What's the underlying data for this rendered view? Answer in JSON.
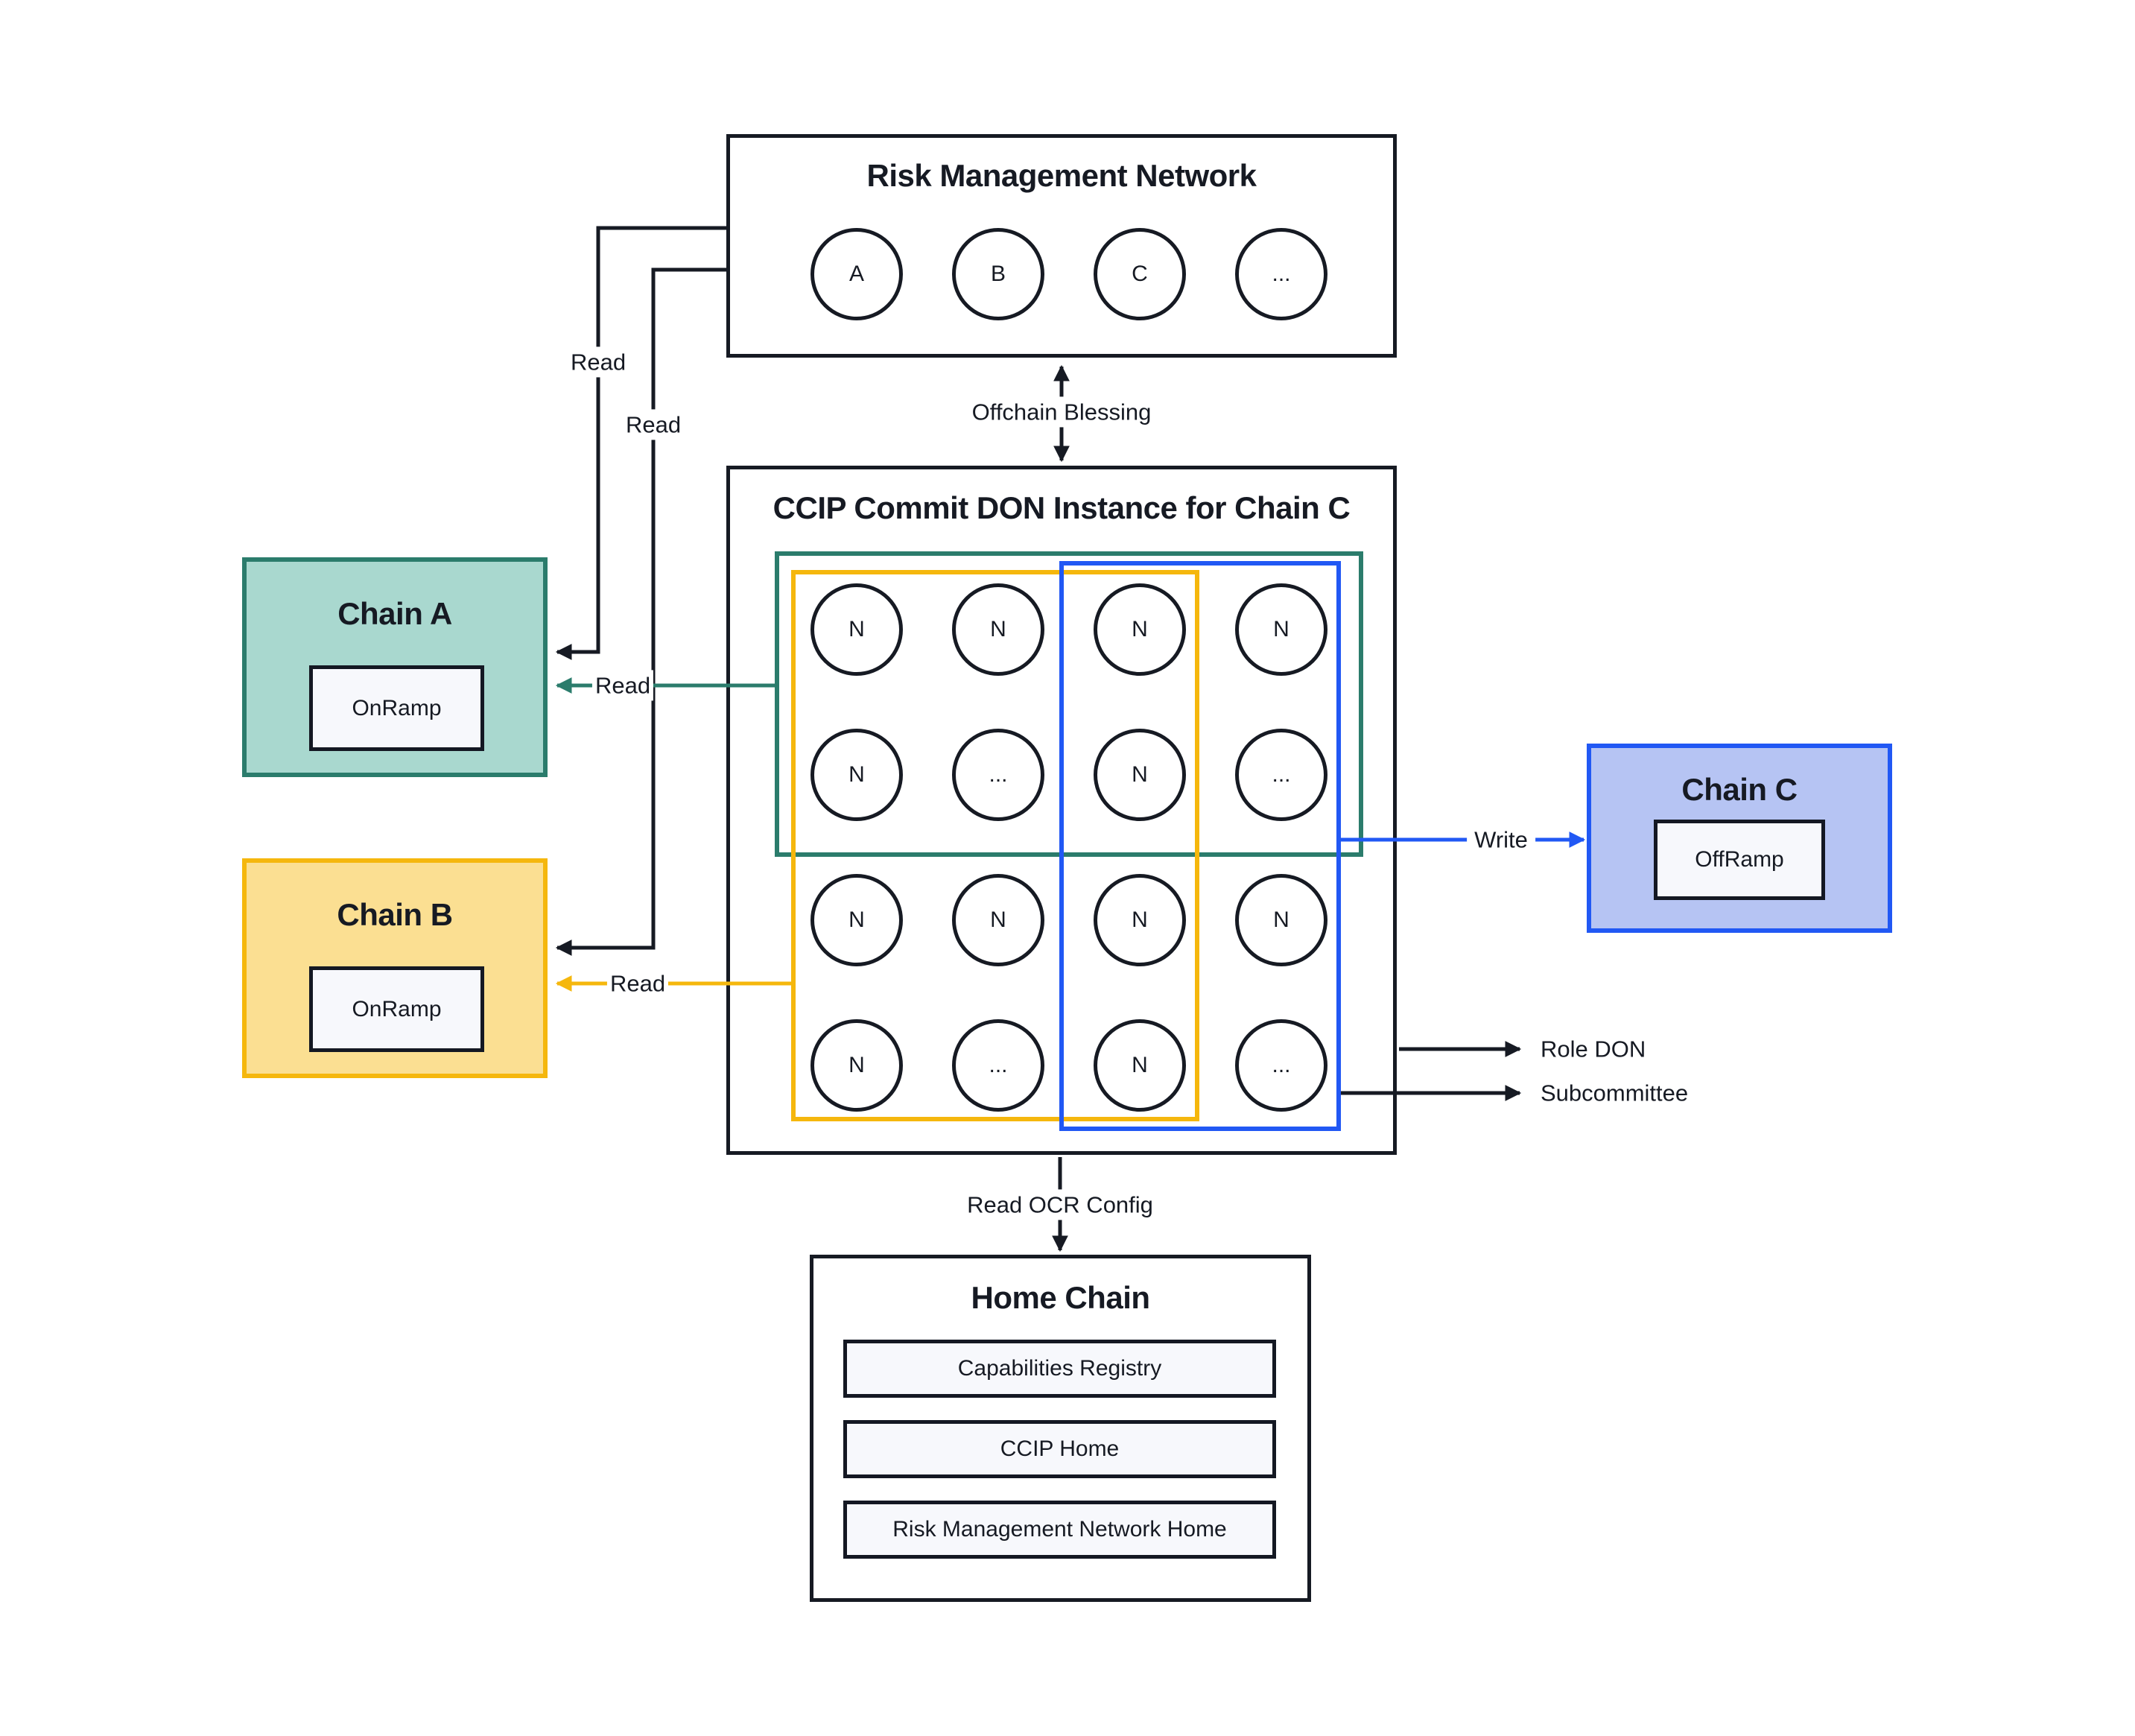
{
  "risk_management_network": {
    "title": "Risk Management Network",
    "nodes": [
      "A",
      "B",
      "C",
      "..."
    ]
  },
  "ccip_don": {
    "title": "CCIP Commit DON Instance for Chain C",
    "grid": [
      [
        "N",
        "N",
        "N",
        "N"
      ],
      [
        "N",
        "...",
        "N",
        "..."
      ],
      [
        "N",
        "N",
        "N",
        "N"
      ],
      [
        "N",
        "...",
        "N",
        "..."
      ]
    ]
  },
  "chain_a": {
    "title": "Chain A",
    "contract": "OnRamp"
  },
  "chain_b": {
    "title": "Chain B",
    "contract": "OnRamp"
  },
  "chain_c": {
    "title": "Chain C",
    "contract": "OffRamp"
  },
  "home_chain": {
    "title": "Home Chain",
    "contracts": [
      "Capabilities Registry",
      "CCIP Home",
      "Risk Management Network Home"
    ]
  },
  "edges": {
    "offchain_blessing": "Offchain Blessing",
    "read_rmn_to_chain_a": "Read",
    "read_rmn_to_chain_b": "Read",
    "read_don_to_chain_a": "Read",
    "read_don_to_chain_b": "Read",
    "write": "Write",
    "role_don": "Role DON",
    "subcommittee": "Subcommittee",
    "read_ocr_config": "Read OCR Config"
  },
  "colors": {
    "ink": "#161A23",
    "teal": "#2B7C6C",
    "teal_fill": "#A9D8CF",
    "yellow": "#F5B70D",
    "yellow_fill": "#FBDF92",
    "blue": "#2158F4",
    "blue_fill": "#B6C4F3",
    "panel_fill": "#F7F8FC"
  }
}
